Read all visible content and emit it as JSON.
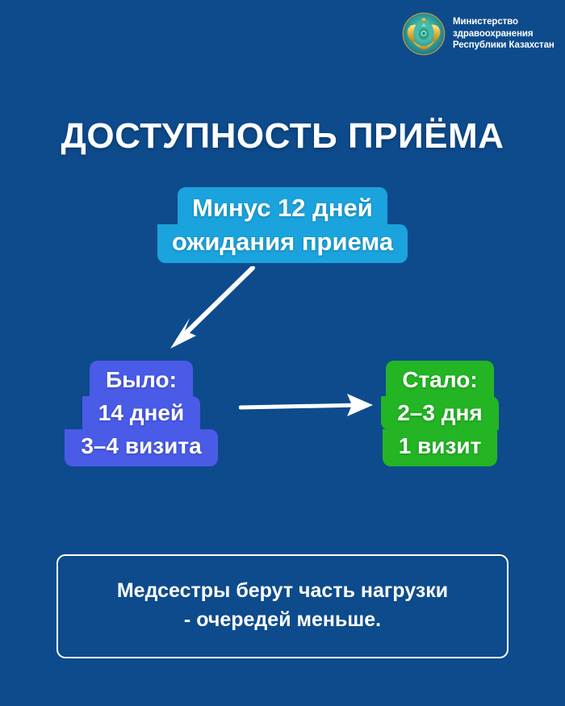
{
  "header": {
    "emblem_icon": "kazakhstan-coat-of-arms-icon",
    "ministry_line_1": "Министерство",
    "ministry_line_2": "здравоохранения",
    "ministry_line_3": "Республики Казахстан"
  },
  "title": "ДОСТУПНОСТЬ ПРИЁМА",
  "callout": {
    "line_1": "Минус 12 дней",
    "line_2": "ожидания приема",
    "color": "#1ba3dd"
  },
  "arrows": {
    "diagonal_icon": "arrow-down-left-icon",
    "horizontal_icon": "arrow-right-icon",
    "color": "#ffffff"
  },
  "comparison": {
    "before": {
      "heading": "Было:",
      "metric_1": "14 дней",
      "metric_2": "3–4 визита",
      "color": "#4a5be8"
    },
    "after": {
      "heading": "Стало:",
      "metric_1": "2–3 дня",
      "metric_2": "1 визит",
      "color": "#23b524"
    }
  },
  "footer": {
    "line_1": "Медсестры берут часть нагрузки",
    "line_2": "- очередей меньше."
  },
  "theme": {
    "background": "#0d4b8c",
    "text": "#ffffff"
  }
}
